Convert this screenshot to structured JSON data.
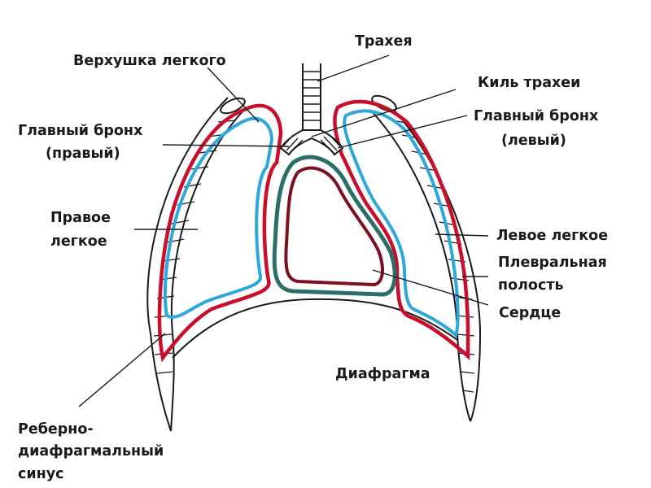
{
  "labels": {
    "trachea": "Трахея",
    "lung_apex": "Верхушка легкого",
    "carina": "Киль трахеи",
    "main_bronchus_right_1": "Главный бронх",
    "main_bronchus_right_2": "(правый)",
    "main_bronchus_left_1": "Главный бронх",
    "main_bronchus_left_2": "(левый)",
    "right_lung_1": "Правое",
    "right_lung_2": "легкое",
    "left_lung": "Левое легкое",
    "pleural_cavity_1": "Плевральная",
    "pleural_cavity_2": "полость",
    "heart": "Сердце",
    "diaphragm": "Диафрагма",
    "sinus_1": "Реберно-",
    "sinus_2": "диафрагмальный",
    "sinus_3": "синус"
  },
  "colors": {
    "parietal_pleura": "#c8102e",
    "visceral_pleura": "#2ea8dc",
    "pericardium_outer": "#7a1020",
    "pericardium_inner": "#2b6f68",
    "outline": "#1a1a1a"
  }
}
